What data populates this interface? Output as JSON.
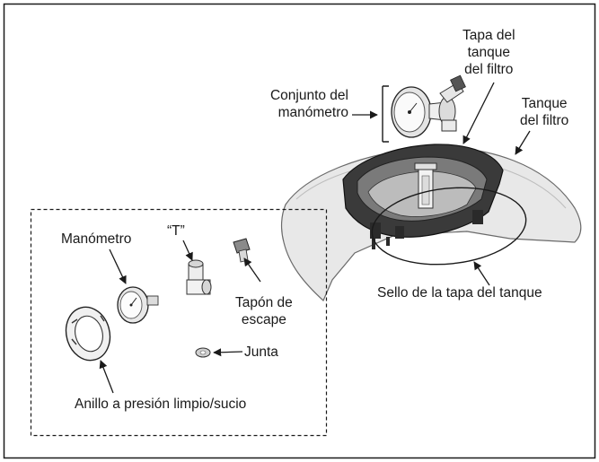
{
  "labels": {
    "tank_lid": [
      "Tapa del",
      "tanque",
      "del filtro"
    ],
    "gauge_assembly": [
      "Conjunto del",
      "manómetro"
    ],
    "filter_tank": [
      "Tanque",
      "del filtro"
    ],
    "tank_lid_seal": "Sello de la tapa del tanque",
    "gauge": "Manómetro",
    "tee": "“T”",
    "relief_plug": [
      "Tapón de",
      "escape"
    ],
    "gasket": "Junta",
    "clean_dirty_ring": "Anillo a presión limpio/sucio"
  },
  "colors": {
    "line": "#1a1a1a",
    "tank_fill": "#e6e6e6",
    "lid_dark": "#3c3c3c",
    "part_fill": "#f2f2f2"
  }
}
